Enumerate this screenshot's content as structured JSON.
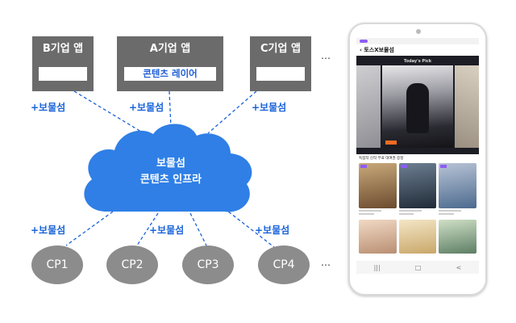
{
  "apps": [
    {
      "id": "b",
      "title": "B기업 앱",
      "slot": ""
    },
    {
      "id": "a",
      "title": "A기업 앱",
      "slot": "콘텐츠 레이어"
    },
    {
      "id": "c",
      "title": "C기업 앱",
      "slot": ""
    }
  ],
  "more_marker": "…",
  "plus_label": "+보물섬",
  "cloud": {
    "line1": "보물섬",
    "line2": "콘텐츠 인프라"
  },
  "cps": [
    "CP1",
    "CP2",
    "CP3",
    "CP4"
  ],
  "phone": {
    "status_pill": "",
    "appbar_title": "토스X보물섬",
    "hero_label": "Today's Pick",
    "section_label": "독점작 신작 무료 대여권 증정",
    "nav_icons": [
      "|||",
      "□",
      "<"
    ]
  },
  "colors": {
    "app_box": "#6b6b6b",
    "accent_blue": "#1a63d9",
    "cloud": "#2f7fe6",
    "cp_circle": "#8c8c8c",
    "dashed_line": "#1a63d9"
  }
}
